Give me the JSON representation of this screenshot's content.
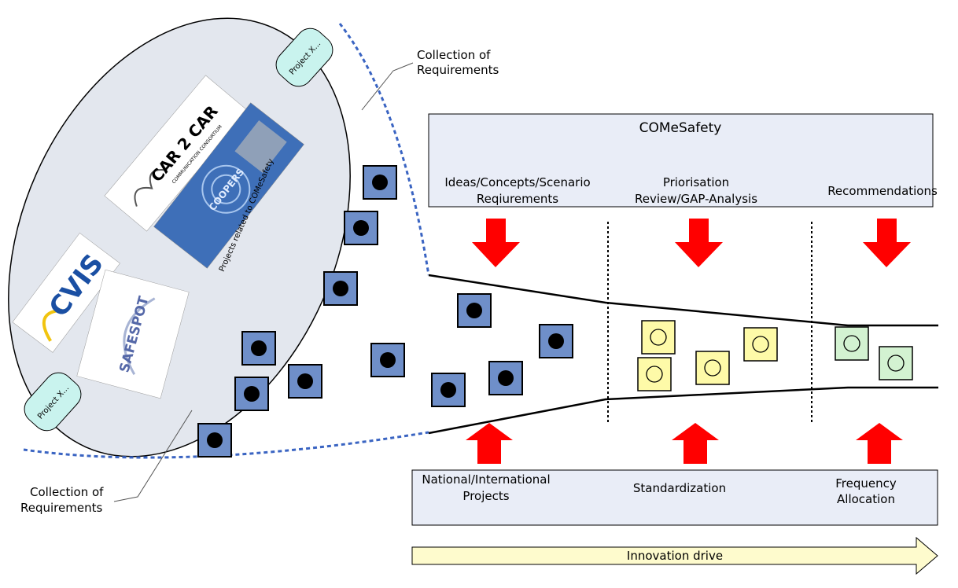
{
  "top_callout": {
    "line1": "Collection of",
    "line2": "Requirements"
  },
  "bottom_callout": {
    "line1": "Collection of",
    "line2": "Requirements"
  },
  "ellipse": {
    "label": "Projects related to COMeSafety",
    "project_top": "Project X...",
    "project_bottom": "Project X...",
    "logo_cvis": "CVIS",
    "logo_safespot": "SAFESPOT",
    "logo_car2car": "CAR 2 CAR",
    "car2car_subtitle": "COMMUNICATION CONSORTIUM",
    "logo_coopers": "COOPERS"
  },
  "comesafety": {
    "title": "COMeSafety",
    "col1": {
      "line1": "Ideas/Concepts/Scenario",
      "line2": "Reqiurements"
    },
    "col2": {
      "line1": "Priorisation",
      "line2": "Review/GAP-Analysis"
    },
    "col3": {
      "line1": "Recommendations"
    }
  },
  "bottom_box": {
    "col1": {
      "line1": "National/International",
      "line2": "Projects"
    },
    "col2": {
      "line1": "Standardization"
    },
    "col3": {
      "line1": "Frequency",
      "line2": "Allocation"
    }
  },
  "innovation": {
    "label": "Innovation drive"
  },
  "colors": {
    "box_fill": "#e9edf7",
    "blue_square": "#6f8fc9",
    "yellow_square": "#fefaa8",
    "green_square": "#d3f2d1",
    "red_arrow": "#ff0000",
    "ellipse_fill": "#e3e7ee",
    "project_pill": "#c9f3ee",
    "innovation_fill": "#fefbcd",
    "dotted_blue": "#3a64c2"
  }
}
